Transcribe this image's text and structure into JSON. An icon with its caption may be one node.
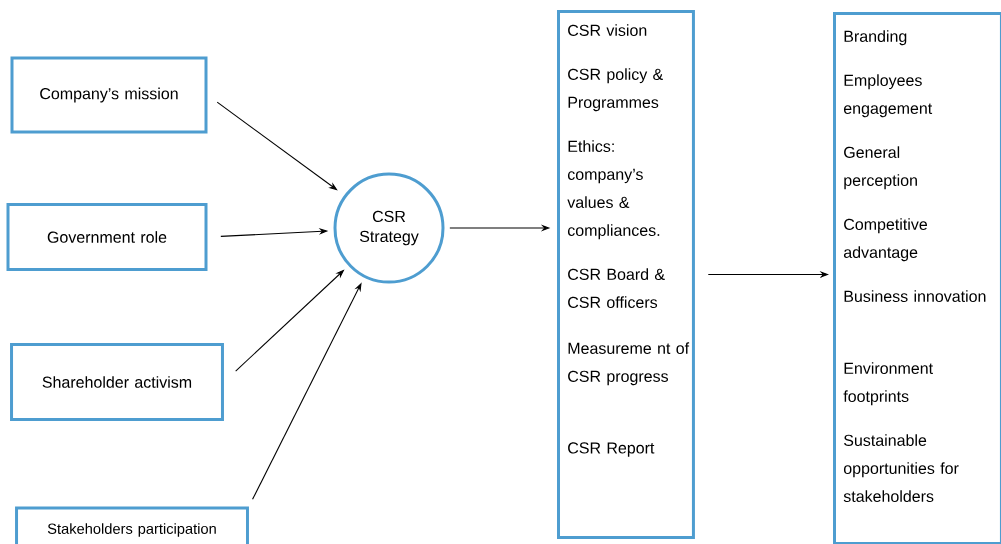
{
  "diagram": {
    "nodes": [
      {
        "text": [
          "Company’s mission"
        ]
      },
      {
        "text": [
          "Government role"
        ]
      },
      {
        "text": [
          "Shareholder activism"
        ]
      },
      {
        "text": [
          "Stakeholders participation"
        ]
      },
      {
        "text": [
          "CSR Strategy"
        ]
      },
      {
        "text": [
          "CSR vision",
          "CSR policy & Programmes",
          "Ethics: company’s values & compliances.",
          "CSR Board & CSR officers",
          "Measureme nt of CSR progress",
          "CSR Report"
        ]
      },
      {
        "text": [
          "Branding",
          "Employees engagement",
          "General perception",
          "Competitive advantage",
          "Business innovation",
          "Environment footprints",
          "Sustainable opportunities for stakeholders"
        ]
      }
    ],
    "edges": [
      {
        "from": 0,
        "to": 4,
        "arrow": "to"
      },
      {
        "from": 1,
        "to": 4,
        "arrow": "to"
      },
      {
        "from": 2,
        "to": 4,
        "arrow": "to"
      },
      {
        "from": 3,
        "to": 4,
        "arrow": "to"
      },
      {
        "from": 4,
        "to": 5,
        "arrow": "to"
      },
      {
        "from": 5,
        "to": 6,
        "arrow": "to"
      }
    ]
  }
}
